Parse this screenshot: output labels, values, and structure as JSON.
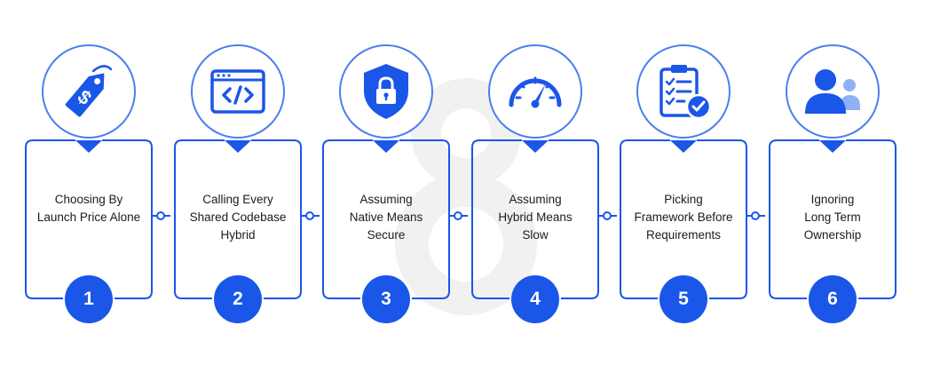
{
  "colors": {
    "accent": "#1a56e8",
    "ring": "#4b7ef0",
    "text": "#1b1b1b",
    "watermark": "#f1f1f1"
  },
  "steps": [
    {
      "number": "1",
      "label_lines": [
        "Choosing By",
        "Launch Price Alone"
      ],
      "icon": "price-tag-icon"
    },
    {
      "number": "2",
      "label_lines": [
        "Calling Every",
        "Shared Codebase",
        "Hybrid"
      ],
      "icon": "code-window-icon"
    },
    {
      "number": "3",
      "label_lines": [
        "Assuming",
        "Native Means",
        "Secure"
      ],
      "icon": "shield-lock-icon"
    },
    {
      "number": "4",
      "label_lines": [
        "Assuming",
        "Hybrid Means",
        "Slow"
      ],
      "icon": "speedometer-icon"
    },
    {
      "number": "5",
      "label_lines": [
        "Picking",
        "Framework Before",
        "Requirements"
      ],
      "icon": "clipboard-check-icon"
    },
    {
      "number": "6",
      "label_lines": [
        "Ignoring",
        "Long Term",
        "Ownership"
      ],
      "icon": "users-icon"
    }
  ]
}
